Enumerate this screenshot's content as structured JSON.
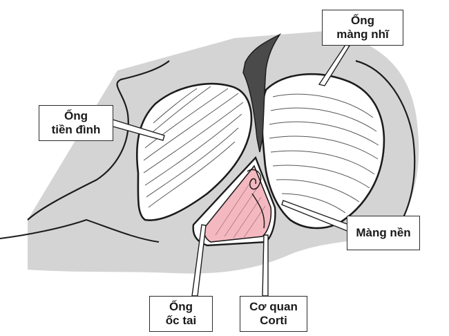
{
  "labels": {
    "ong_mang_nhi": {
      "line1": "Ống",
      "line2": "màng nhĩ"
    },
    "ong_tien_dinh": {
      "line1": "Ống",
      "line2": "tiền đình"
    },
    "mang_nen": {
      "line1": "Màng nền"
    },
    "ong_oc_tai": {
      "line1": "Ống",
      "line2": "ốc tai"
    },
    "co_quan_corti": {
      "line1": "Cơ quan",
      "line2": "Corti"
    }
  },
  "colors": {
    "tissue": "#d4d4d4",
    "outline": "#1c1c1c",
    "canal_fill": "#ffffff",
    "cochlear_duct": "#f4b9c0",
    "reissner_dark": "#4a4a4a",
    "label_border": "#2a2a2a"
  }
}
